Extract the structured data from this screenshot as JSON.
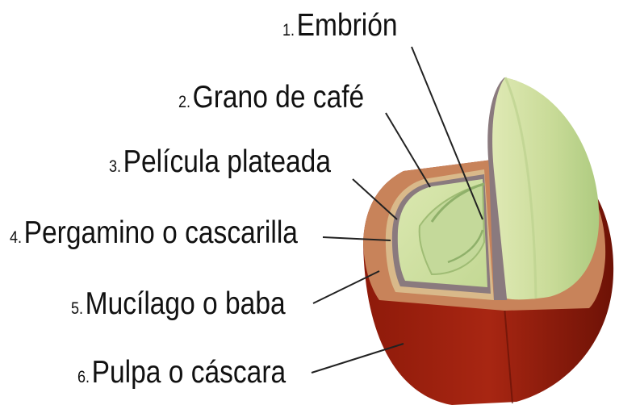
{
  "labels": [
    {
      "number": "1.",
      "text": "Embrión"
    },
    {
      "number": "2.",
      "text": "Grano de café"
    },
    {
      "number": "3.",
      "text": "Película plateada"
    },
    {
      "number": "4.",
      "text": "Pergamino o cascarilla"
    },
    {
      "number": "5.",
      "text": "Mucílago o baba"
    },
    {
      "number": "6.",
      "text": "Pulpa o cáscara"
    }
  ],
  "colors": {
    "pulp_dark": "#7a1508",
    "pulp_mid": "#a32411",
    "mucilage": "#c8835a",
    "parchment": "#d9b98a",
    "silver_skin": "#8a7a7e",
    "bean": "#b8d08a",
    "bean_light": "#d5e3a8",
    "embryo_line": "#8fb06a",
    "leader_line": "#222222",
    "text": "#111111"
  }
}
